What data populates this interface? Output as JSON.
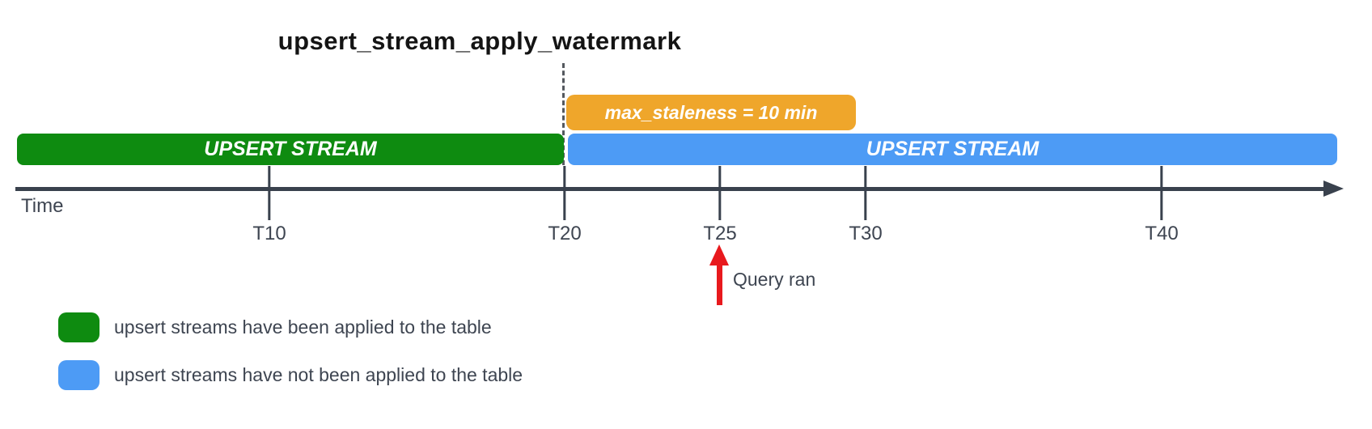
{
  "diagram": {
    "title": "upsert_stream_apply_watermark",
    "bars": {
      "staleness": {
        "label": "max_staleness = 10 min",
        "color": "#EFA62B"
      },
      "applied": {
        "label": "UPSERT STREAM",
        "color": "#0E8B10"
      },
      "pending": {
        "label": "UPSERT STREAM",
        "color": "#4D9BF5"
      }
    },
    "axis": {
      "label": "Time",
      "color": "#39414D",
      "ticks": [
        {
          "label": "T10"
        },
        {
          "label": "T20"
        },
        {
          "label": "T25"
        },
        {
          "label": "T30"
        },
        {
          "label": "T40"
        }
      ]
    },
    "annotation": {
      "label": "Query ran",
      "arrow_color": "#E8191D",
      "points_to": "T25"
    },
    "legend": {
      "items": [
        {
          "color": "#0E8B10",
          "text": "upsert streams have been applied to the table"
        },
        {
          "color": "#4D9BF5",
          "text": "upsert streams have not been applied to the table"
        }
      ]
    }
  }
}
